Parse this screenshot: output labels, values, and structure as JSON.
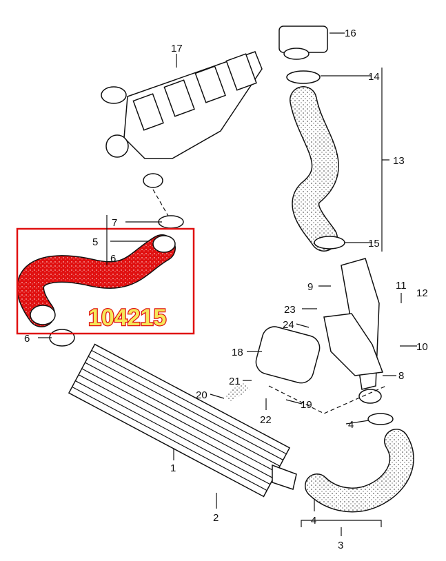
{
  "diagram": {
    "part_number": "104215",
    "highlight_color": "#e01010",
    "part_number_fill": "#f5e85a",
    "callouts": [
      "17",
      "16",
      "14",
      "13",
      "15",
      "7",
      "5",
      "6",
      "6",
      "9",
      "11",
      "12",
      "23",
      "24",
      "10",
      "18",
      "8",
      "21",
      "20",
      "19",
      "22",
      "4",
      "1",
      "2",
      "4",
      "3"
    ]
  }
}
